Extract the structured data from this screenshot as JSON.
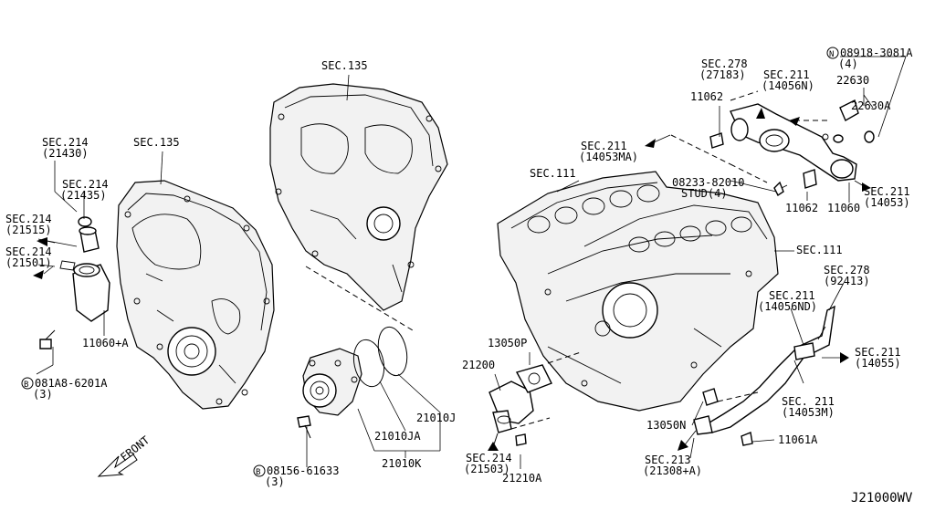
{
  "diagram_code": "J21000WV",
  "direction_label": "FRONT",
  "labels": {
    "sec135_left": "SEC.135",
    "sec135_top": "SEC.135",
    "sec214_a1": "SEC.214",
    "sec214_a2": "(21430)",
    "sec214_b1": "SEC.214",
    "sec214_b2": "(21435)",
    "sec214_c1": "SEC.214",
    "sec214_c2": "(21515)",
    "sec214_d1": "SEC.214",
    "sec214_d2": "(21501)",
    "p11060a": "11060+A",
    "b081a8_1": "081A8-6201A",
    "b081a8_2": "(3)",
    "b08156_1": "08156-61633",
    "b08156_2": "(3)",
    "p21010j": "21010J",
    "p21010ja": "21010JA",
    "p21010k": "21010K",
    "p21200": "21200",
    "p13050p": "13050P",
    "sec214_e1": "SEC.214",
    "sec214_e2": "(21503)",
    "p21210a": "21210A",
    "sec111_a": "SEC.111",
    "sec111_b": "SEC.111",
    "sec211_a1": "SEC.211",
    "sec211_a2": "(14053MA)",
    "sec278_a1": "SEC.278",
    "sec278_a2": "(27183)",
    "p11062_a": "11062",
    "sec211_b1": "SEC.211",
    "sec211_b2": "(14056N)",
    "n08918_1": "08918-3081A",
    "n08918_2": "(4)",
    "p22630": "22630",
    "p22630a": "22630A",
    "stud_1": "08233-82010",
    "stud_2": "STUD(4)",
    "sec211_c1": "SEC.211",
    "sec211_c2": "(14053)",
    "p11060": "11060",
    "p11062_b": "11062",
    "sec278_b1": "SEC.278",
    "sec278_b2": "(92413)",
    "sec211_d1": "SEC.211",
    "sec211_d2": "(14056ND)",
    "sec211_e1": "SEC.211",
    "sec211_e2": "(14055)",
    "sec211_f1": "SEC. 211",
    "sec211_f2": "(14053M)",
    "p13050n": "13050N",
    "sec213_1": "SEC.213",
    "sec213_2": "(21308+A)",
    "p11061a": "11061A",
    "circ_b": "B",
    "circ_n": "N"
  }
}
